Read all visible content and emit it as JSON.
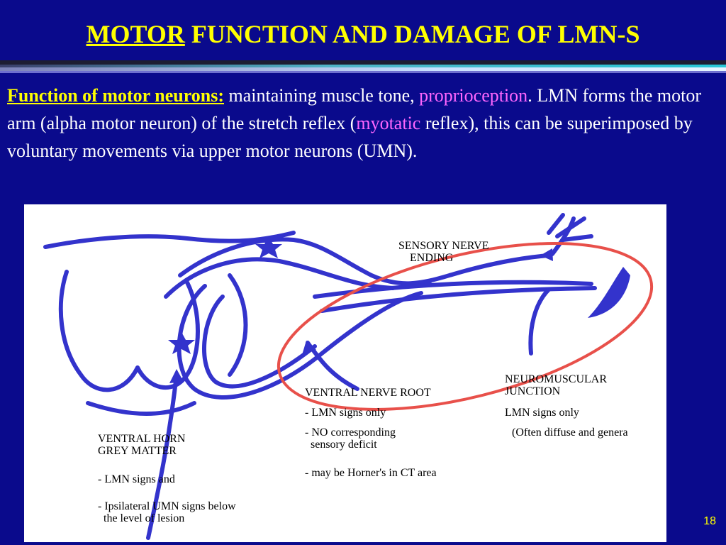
{
  "slide": {
    "title_underlined": "MOTOR",
    "title_rest": " FUNCTION AND DAMAGE OF LMN-S",
    "page_number": "18",
    "colors": {
      "background": "#0a0a8c",
      "title": "#ffff00",
      "body_text": "#ffffff",
      "highlight_pink": "#ff66ff",
      "diagram_ink": "#3333cc",
      "circle_annotation": "#e8504a"
    }
  },
  "body": {
    "label": "Function of motor neurons:",
    "t1": " maintaining muscle tone, ",
    "pink1": "proprioception",
    "t2": ". LMN forms the motor arm (alpha motor neuron) of the stretch reflex (",
    "pink2": "myotatic",
    "t3": " reflex), this can be superimposed by voluntary movements via upper motor neurons (UMN)."
  },
  "diagram": {
    "sensory": "SENSORY NERVE\n    ENDING",
    "nmj_title": "NEUROMUSCULAR\nJUNCTION",
    "nmj_signs": "LMN signs only",
    "nmj_note": "(Often diffuse and genera",
    "root_title": "VENTRAL NERVE ROOT",
    "root_item1": "- LMN signs only",
    "root_item2": "- NO corresponding\n  sensory deficit",
    "root_item3": "- may be Horner's in CT area",
    "horn_title": "VENTRAL HORN\nGREY MATTER",
    "horn_item1": "- LMN signs and",
    "horn_item2": "- Ipsilateral UMN signs below\n  the level of lesion"
  }
}
